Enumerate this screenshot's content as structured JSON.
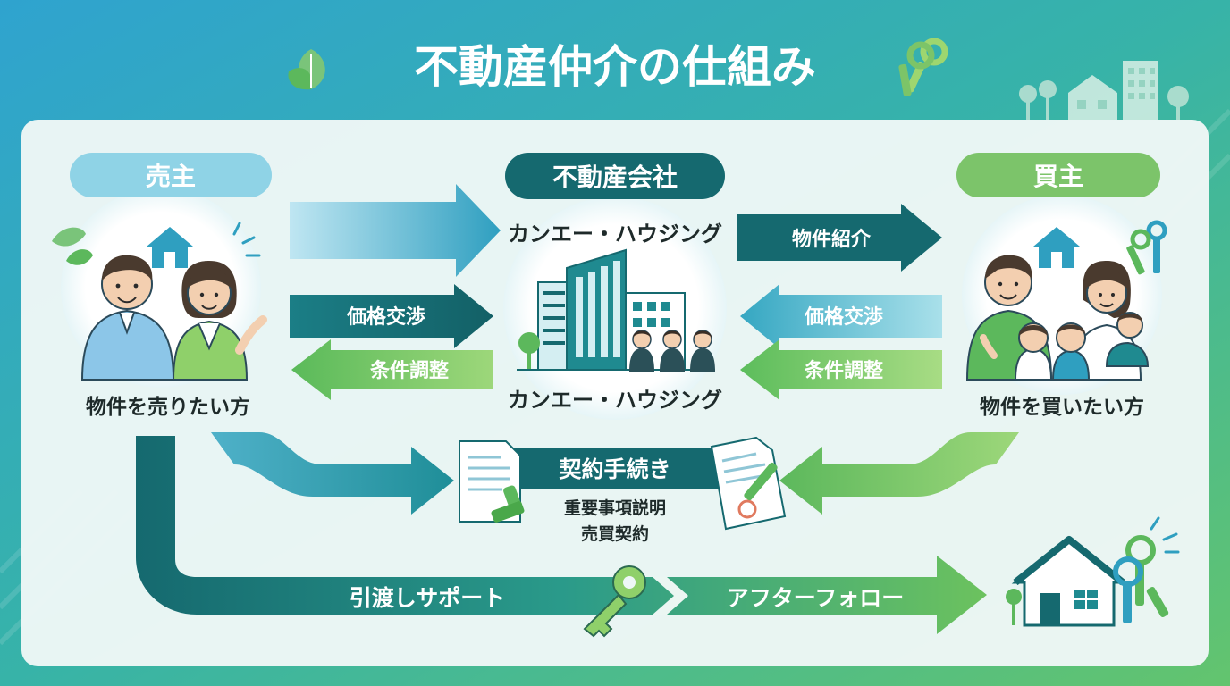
{
  "title": "不動産仲介の仕組み",
  "seller": {
    "header": "売主",
    "caption": "物件を売りたい方"
  },
  "company": {
    "header": "不動産会社",
    "name_top": "カンエー・ハウジング",
    "name_bottom": "カンエー・ハウジング"
  },
  "buyer": {
    "header": "買主",
    "caption": "物件を買いたい方"
  },
  "arrows": {
    "property_intro": "物件紹介",
    "negotiate_left": "価格交渉",
    "adjust_left": "条件調整",
    "negotiate_right": "価格交渉",
    "adjust_right": "条件調整"
  },
  "contract": {
    "label": "契約手続き",
    "line1": "重要事項説明",
    "line2": "売買契約"
  },
  "bottom": {
    "handover": "引渡しサポート",
    "after_follow": "アフターフォロー"
  },
  "colors": {
    "teal_dark": "#15696f",
    "teal": "#1f8a90",
    "teal_light": "#5fc0d0",
    "green": "#5cb85c",
    "green_light": "#8fd06a",
    "header_seller": "#8fd3e6",
    "header_buyer": "#7cc46a",
    "panel": "#eef7f6"
  }
}
